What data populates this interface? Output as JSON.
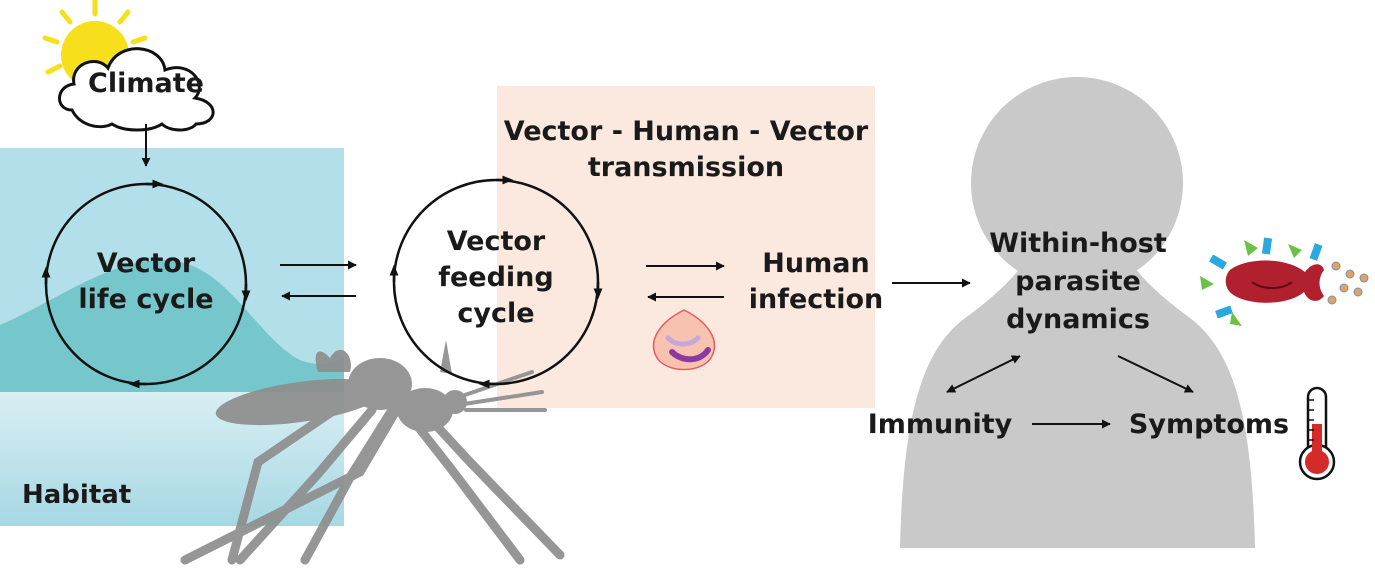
{
  "labels": {
    "climate": "Climate",
    "habitat": "Habitat",
    "vector_life_cycle": [
      "Vector",
      "life cycle"
    ],
    "vector_feeding_cycle": [
      "Vector",
      "feeding",
      "cycle"
    ],
    "transmission_title": [
      "Vector - Human - Vector",
      "transmission"
    ],
    "human_infection": [
      "Human",
      "infection"
    ],
    "within_host": [
      "Within-host",
      "parasite",
      "dynamics"
    ],
    "immunity": "Immunity",
    "symptoms": "Symptoms"
  },
  "colors": {
    "habitat_sky": "#b2dfe9",
    "habitat_water": "#76c7cb",
    "habitat_lower": "#c9e8ee",
    "transmission_box": "#fbe9df",
    "human_silhouette": "#c9c9c9",
    "mosquito": "#8e8e8e",
    "sun": "#f7e01b",
    "blood_drop": "#f7c3b0",
    "parasite_body": "#b0202f",
    "thermometer_red": "#d42a2a",
    "antibody_blue": "#2aa8e0",
    "antibody_green": "#6cc04a"
  },
  "icons": [
    "sun-icon",
    "cloud-icon",
    "mosquito-icon",
    "blood-drop-icon",
    "parasite-icon",
    "thermometer-icon"
  ]
}
